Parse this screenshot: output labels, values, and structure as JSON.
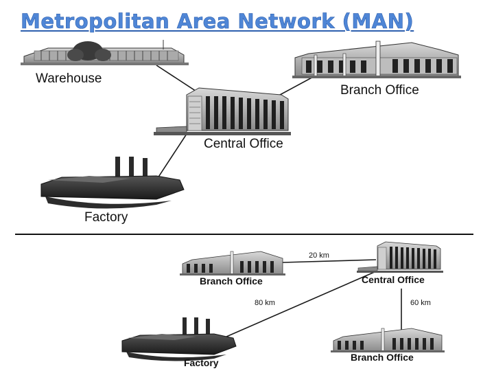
{
  "title": "Metropolitan Area Network (MAN)",
  "top_diagram": {
    "warehouse": "Warehouse",
    "branch_office": "Branch Office",
    "central_office": "Central Office",
    "factory": "Factory"
  },
  "bottom_diagram": {
    "branch_office_left": "Branch Office",
    "central_office": "Central Office",
    "branch_office_bottom": "Branch Office",
    "factory": "Factory",
    "dist_branch": "20 km",
    "dist_factory": "80 km",
    "dist_branch_bottom": "60 km"
  }
}
